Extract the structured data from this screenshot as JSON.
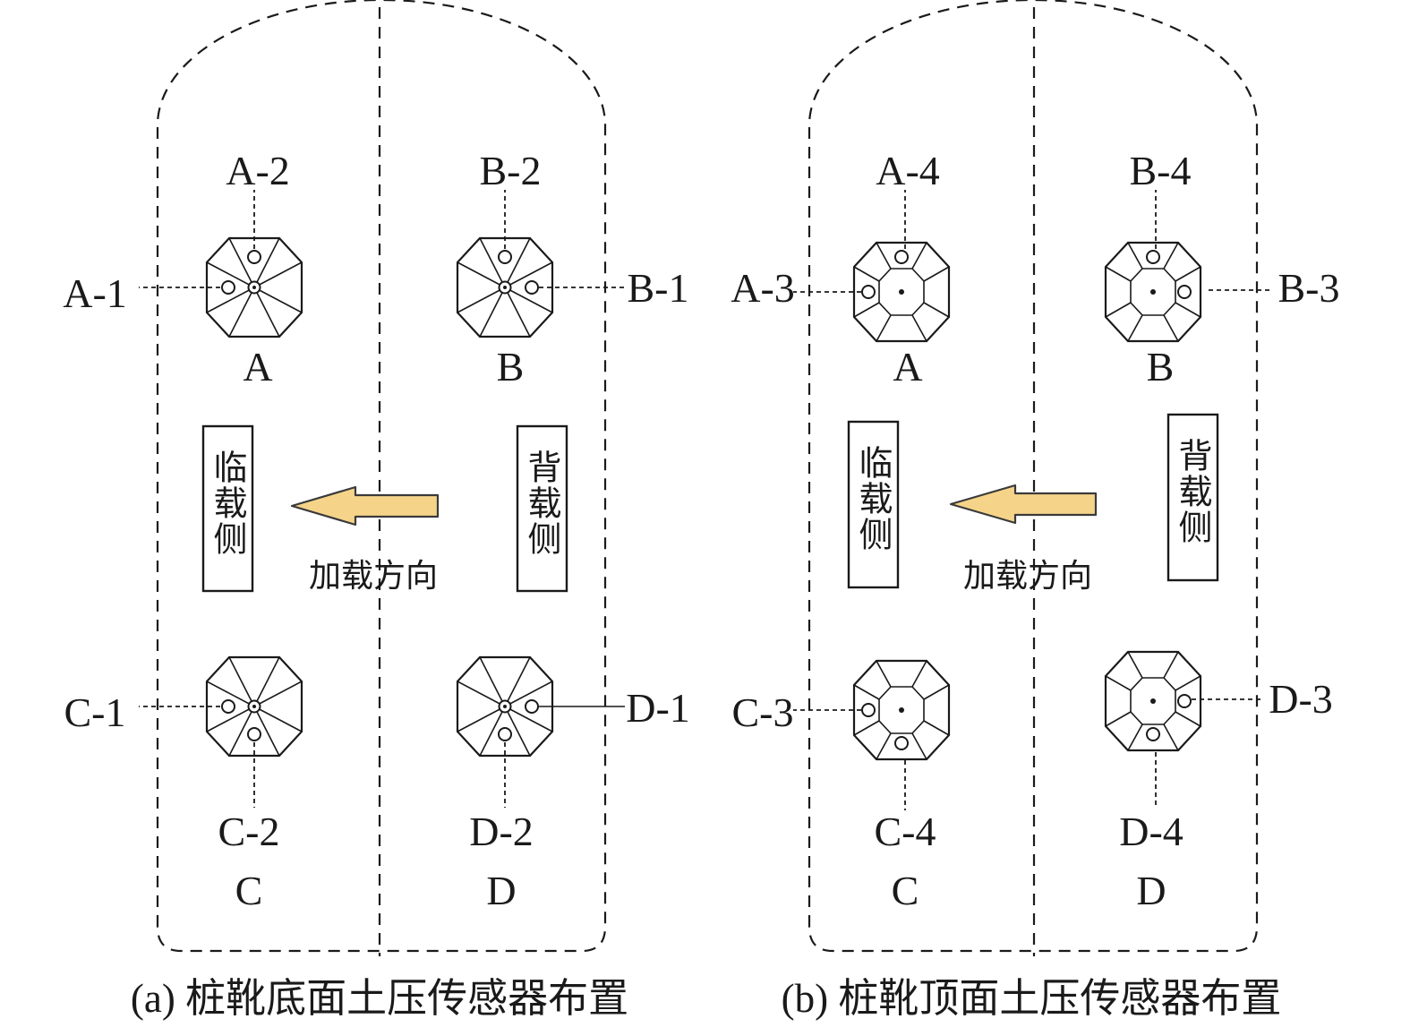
{
  "colors": {
    "ink": "#1a1a1a",
    "arrow_fill": "#f5d48a",
    "arrow_stroke": "#3a3a3a",
    "background": "#ffffff"
  },
  "panel_a": {
    "caption": "(a) 桩靴底面土压传感器布置",
    "shoe_labels": {
      "A": "A",
      "B": "B",
      "C": "C",
      "D": "D"
    },
    "sensor_labels": {
      "A1": "A-1",
      "A2": "A-2",
      "B1": "B-1",
      "B2": "B-2",
      "C1": "C-1",
      "C2": "C-2",
      "D1": "D-1",
      "D2": "D-2"
    },
    "near_side": "临载侧",
    "far_side": "背载侧",
    "load_direction": "加载方向",
    "shoe_icon": "spudcan-bottom-icon"
  },
  "panel_b": {
    "caption": "(b) 桩靴顶面土压传感器布置",
    "shoe_labels": {
      "A": "A",
      "B": "B",
      "C": "C",
      "D": "D"
    },
    "sensor_labels": {
      "A3": "A-3",
      "A4": "A-4",
      "B3": "B-3",
      "B4": "B-4",
      "C3": "C-3",
      "C4": "C-4",
      "D3": "D-3",
      "D4": "D-4"
    },
    "near_side": "临载侧",
    "far_side": "背载侧",
    "load_direction": "加载方向",
    "shoe_icon": "spudcan-top-icon"
  }
}
